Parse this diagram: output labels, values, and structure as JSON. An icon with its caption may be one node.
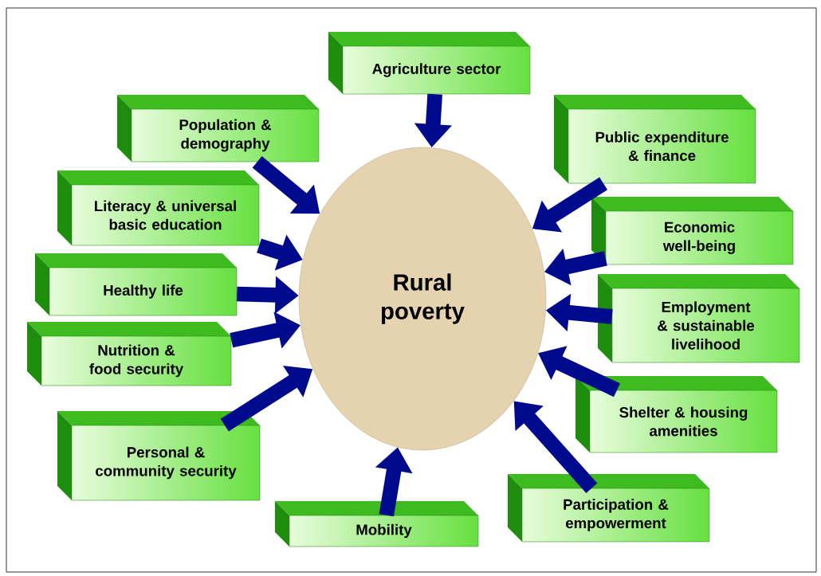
{
  "diagram": {
    "nodes": [
      {
        "text": [
          "Rural poverty"
        ]
      },
      {
        "text": [
          "Agriculture sector"
        ]
      },
      {
        "text": [
          "Population & demography"
        ]
      },
      {
        "text": [
          "Public expenditure & finance"
        ]
      },
      {
        "text": [
          "Literacy & universal basic education"
        ]
      },
      {
        "text": [
          "Economic well-being"
        ]
      },
      {
        "text": [
          "Healthy life"
        ]
      },
      {
        "text": [
          "Employment & sustainable livelihood"
        ]
      },
      {
        "text": [
          "Nutrition & food security"
        ]
      },
      {
        "text": [
          "Shelter & housing amenities"
        ]
      },
      {
        "text": [
          "Personal & community security"
        ]
      },
      {
        "text": [
          "Participation & empowerment"
        ]
      },
      {
        "text": [
          "Mobility"
        ]
      }
    ],
    "edges": [
      {
        "from": 1,
        "to": 0,
        "arrow": "to"
      },
      {
        "from": 2,
        "to": 0,
        "arrow": "to"
      },
      {
        "from": 3,
        "to": 0,
        "arrow": "to"
      },
      {
        "from": 4,
        "to": 0,
        "arrow": "to"
      },
      {
        "from": 5,
        "to": 0,
        "arrow": "to"
      },
      {
        "from": 6,
        "to": 0,
        "arrow": "to"
      },
      {
        "from": 7,
        "to": 0,
        "arrow": "to"
      },
      {
        "from": 8,
        "to": 0,
        "arrow": "to"
      },
      {
        "from": 9,
        "to": 0,
        "arrow": "to"
      },
      {
        "from": 10,
        "to": 0,
        "arrow": "to"
      },
      {
        "from": 11,
        "to": 0,
        "arrow": "to"
      },
      {
        "from": 12,
        "to": 0,
        "arrow": "to"
      }
    ]
  }
}
